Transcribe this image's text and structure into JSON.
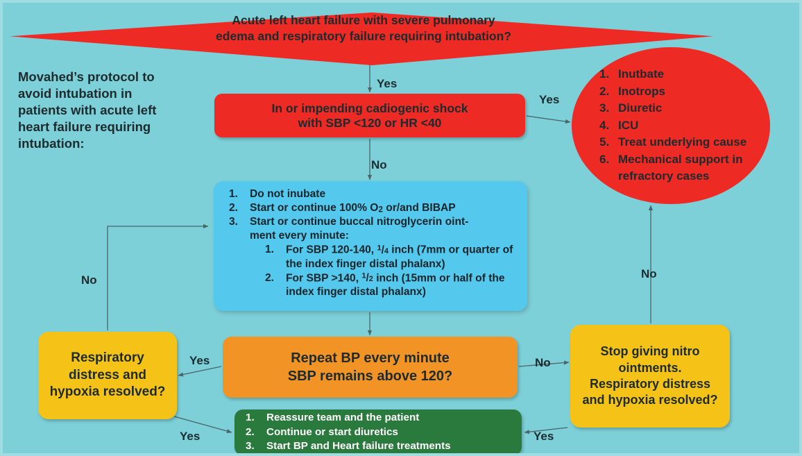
{
  "meta": {
    "background_color": "#7dd0d8",
    "border_color": "#9fdde3",
    "red": "#ee2a24",
    "blue": "#55c8ee",
    "orange": "#f29325",
    "yellow": "#f5c318",
    "green": "#2b7a3d",
    "text_color": "#1d2b2e"
  },
  "intro": {
    "text": "Movahed’s protocol to avoid intubation in patients with acute left heart failure requiring intubation:"
  },
  "nodes": {
    "decision_top": {
      "shape": "diamond",
      "color": "#ee2a24",
      "text": "Acute left heart failure with severe pulmonary\nedema and respiratory failure requiring intubation?"
    },
    "shock": {
      "shape": "rounded-rect",
      "color": "#ee2a24",
      "text": "In or impending cadiogenic shock\nwith SBP <120 or HR <40"
    },
    "icu": {
      "shape": "ellipse",
      "color": "#ee2a24",
      "items": [
        {
          "num": "1.",
          "text": "Inutbate"
        },
        {
          "num": "2.",
          "text": "Inotrops"
        },
        {
          "num": "3.",
          "text": "Diuretic"
        },
        {
          "num": "4.",
          "text": "ICU"
        },
        {
          "num": "5.",
          "text": "Treat underlying cause"
        },
        {
          "num": "6.",
          "text": "Mechanical support in refractory cases"
        }
      ]
    },
    "protocol": {
      "shape": "rounded-rect",
      "color": "#55c8ee",
      "items": [
        {
          "num": "1.",
          "text": "Do not inubate"
        },
        {
          "num": "2.",
          "text": "Start or continue 100% O2 or/and BIBAP"
        },
        {
          "num": "3.",
          "text": "Start or continue buccal nitroglycerin oint-ment every minute:"
        }
      ],
      "item2_prefix": "Start or continue 100% O",
      "item2_sub": "2",
      "item2_suffix": " or/and BIBAP",
      "item3_text": "Start or continue buccal nitroglycerin oint-\nment every minute:",
      "subitems": [
        {
          "num": "1.",
          "prefix": "For SBP 120-140, ",
          "frac_num": "1",
          "frac_den": "4",
          "suffix": " inch (7mm or quarter of the index finger distal phalanx)"
        },
        {
          "num": "2.",
          "prefix": "For SBP >140, ",
          "frac_num": "1",
          "frac_den": "2",
          "suffix": " inch (15mm or half of the index finger distal phalanx)"
        }
      ]
    },
    "repeat_bp": {
      "shape": "rounded-rect",
      "color": "#f29325",
      "text": "Repeat BP every minute\nSBP remains above 120?"
    },
    "left_resolved": {
      "shape": "rounded-rect",
      "color": "#f5c318",
      "text": "Respiratory\ndistress and\nhypoxia resolved?"
    },
    "right_stop_nitro": {
      "shape": "rounded-rect",
      "color": "#f5c318",
      "text": "Stop giving nitro\nointments.\nRespiratory distress\nand hypoxia resolved?"
    },
    "reassure": {
      "shape": "rounded-rect",
      "color": "#2b7a3d",
      "items": [
        {
          "num": "1.",
          "text": "Reassure team and the patient"
        },
        {
          "num": "2.",
          "text": "Continue or start diuretics"
        },
        {
          "num": "3.",
          "text": "Start BP and Heart failure treatments"
        }
      ]
    }
  },
  "edges": [
    {
      "id": "diamond-to-shock",
      "label": "Yes"
    },
    {
      "id": "shock-to-icu",
      "label": "Yes"
    },
    {
      "id": "shock-to-protocol",
      "label": "No"
    },
    {
      "id": "left-yellow-to-protocol",
      "label": "No"
    },
    {
      "id": "right-yellow-to-icu",
      "label": "No"
    },
    {
      "id": "repeat-to-left-yellow",
      "label": "Yes"
    },
    {
      "id": "repeat-to-right-yellow",
      "label": "No"
    },
    {
      "id": "left-yellow-to-green",
      "label": "Yes"
    },
    {
      "id": "right-yellow-to-green",
      "label": "Yes"
    }
  ]
}
